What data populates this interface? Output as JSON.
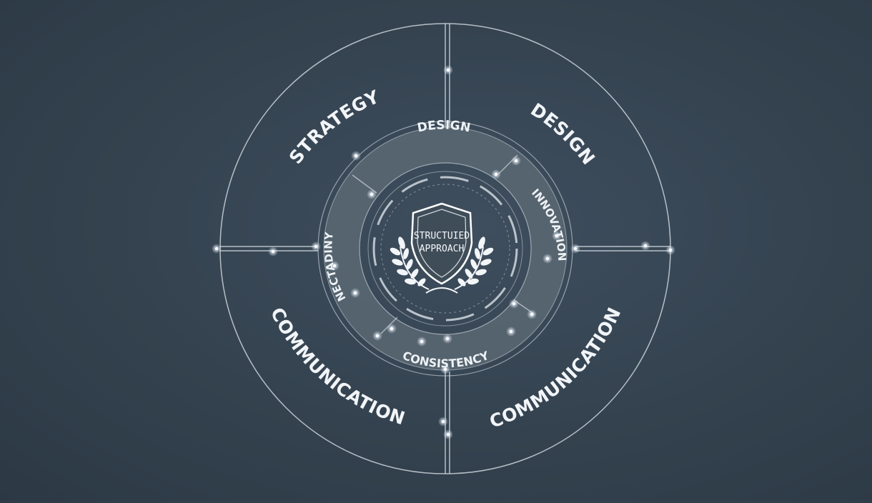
{
  "center": {
    "line1": "STRUCTUIED",
    "line2": "APPROACH"
  },
  "outer_labels": [
    "STRATEGY",
    "DESIGN",
    "COMMUNICATION",
    "COMMUNICATION"
  ],
  "inner_labels": {
    "top": "DESIGN",
    "right": "INNOVATION",
    "bottom": "CONSISTENCY",
    "left": "NECTADINY"
  },
  "colors": {
    "background": "#34424f",
    "line": "#d6dde4",
    "band": "#56646f",
    "glow": "#ffffff"
  }
}
